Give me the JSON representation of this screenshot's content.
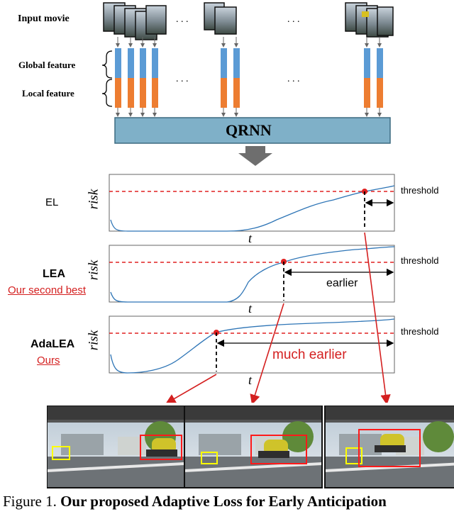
{
  "figure": {
    "labels": {
      "input_movie": "Input movie",
      "global_feature": "Global feature",
      "local_feature": "Local feature",
      "qrnn": "QRNN",
      "ellipsis": ". . ."
    },
    "plots": [
      {
        "name": "EL",
        "subtitle": "",
        "y_label": "risk",
        "x_label": "t",
        "threshold_label": "threshold",
        "annotation": ""
      },
      {
        "name": "LEA",
        "subtitle": "Our second best",
        "y_label": "risk",
        "x_label": "t",
        "threshold_label": "threshold",
        "annotation": "earlier"
      },
      {
        "name": "AdaLEA",
        "subtitle": "Ours",
        "y_label": "risk",
        "x_label": "t",
        "threshold_label": "threshold",
        "annotation": "much earlier"
      }
    ],
    "colors": {
      "global_feature": "#5b9bd5",
      "local_feature": "#ed7d31",
      "qrnn_box": "#7fb0c8",
      "curve": "#2e75b6",
      "threshold": "#e02020",
      "highlight": "#d42020",
      "vehicle_box": "#ffff00",
      "truck_box": "#ff1a1a"
    }
  },
  "caption": {
    "prefix": "Figure 1.",
    "title": "Our proposed Adaptive Loss for Early Anticipation"
  }
}
